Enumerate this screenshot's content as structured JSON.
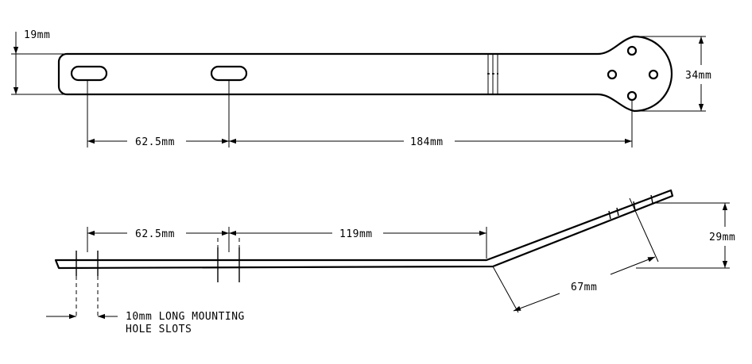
{
  "drawing": {
    "top_view": {
      "dim_height": "19mm",
      "dim_slot_spacing": "62.5mm",
      "dim_overall": "184mm",
      "dim_disc_diameter": "34mm"
    },
    "side_view": {
      "dim_slot_spacing": "62.5mm",
      "dim_flat_length": "119mm",
      "dim_rise": "29mm",
      "dim_angled_length": "67mm",
      "note_line1": "10mm LONG MOUNTING",
      "note_line2": "HOLE SLOTS"
    }
  }
}
